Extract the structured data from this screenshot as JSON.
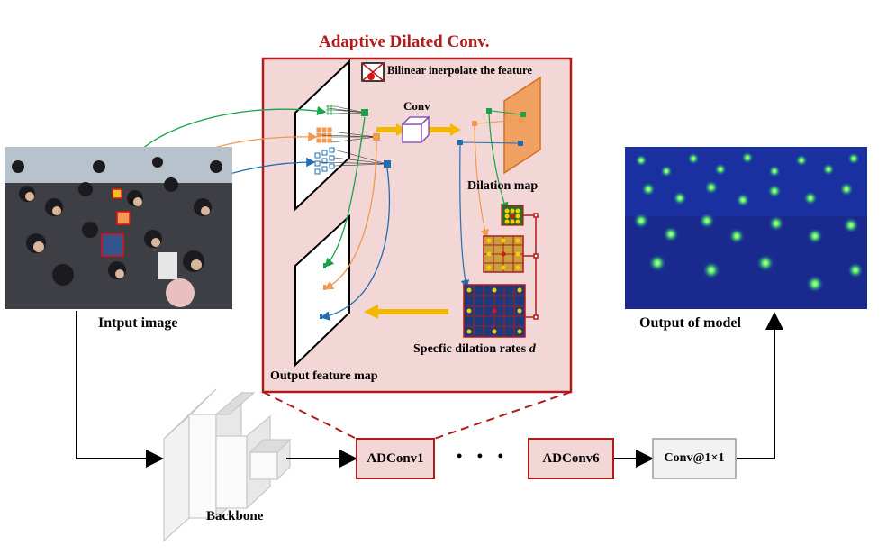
{
  "title": "Adaptive Dilated Conv.",
  "legend_text": "Bilinear inerpolate the feature",
  "conv_label": "Conv",
  "dilation_map_label": "Dilation map",
  "dilation_rates_label": "Specfic dilation rates",
  "dilation_rates_symbol": "d",
  "output_feature_map_label": "Output feature map",
  "input_image_label": "Intput image",
  "output_model_label": "Output of model",
  "backbone_label": "Backbone",
  "adconv1_label": "ADConv1",
  "adconv6_label": "ADConv6",
  "conv1x1_label": "Conv@1×1",
  "ellipsis": "• • •",
  "colors": {
    "accent_red": "#b01b1b",
    "panel_fill": "#f3d6d6",
    "green": "#1aa34a",
    "orange": "#f09a50",
    "blue": "#1f6fb5",
    "arrow_yellow": "#f5b800",
    "heatmap_bg": "#1a2fa0"
  }
}
